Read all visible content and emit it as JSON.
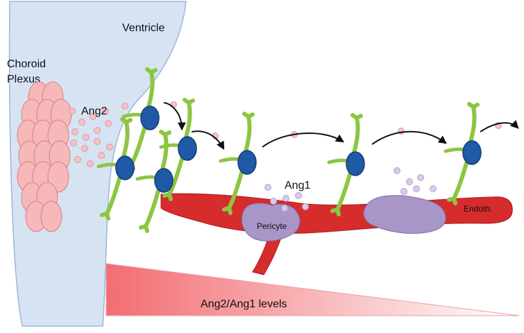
{
  "labels": {
    "ventricle": "Ventricle",
    "choroid_line1": "Choroid",
    "choroid_line2": "Plexus",
    "ang2": "Ang2",
    "ang1": "Ang1",
    "pericyte": "Pericyte",
    "endothelium": "Endoth.",
    "gradient": "Ang2/Ang1 levels"
  },
  "colors": {
    "ventricle_fill": "#d6e3f3",
    "ventricle_stroke": "#9fb6d4",
    "choroid_cell": "#f6b8b8",
    "choroid_stroke": "#d98080",
    "ang2_dot": "#f4c2c6",
    "ang1_dot": "#d9cbe9",
    "vessel": "#d72c2c",
    "pericyte": "#a996c9",
    "cell_body": "#8cc640",
    "nucleus": "#1f5aa6",
    "gradient_start": "#f26d72",
    "gradient_end": "#ffffff"
  },
  "migrating_cells": 7,
  "icons": [
    "migrating-neuroblast-icon",
    "migration-arrow-icon"
  ]
}
